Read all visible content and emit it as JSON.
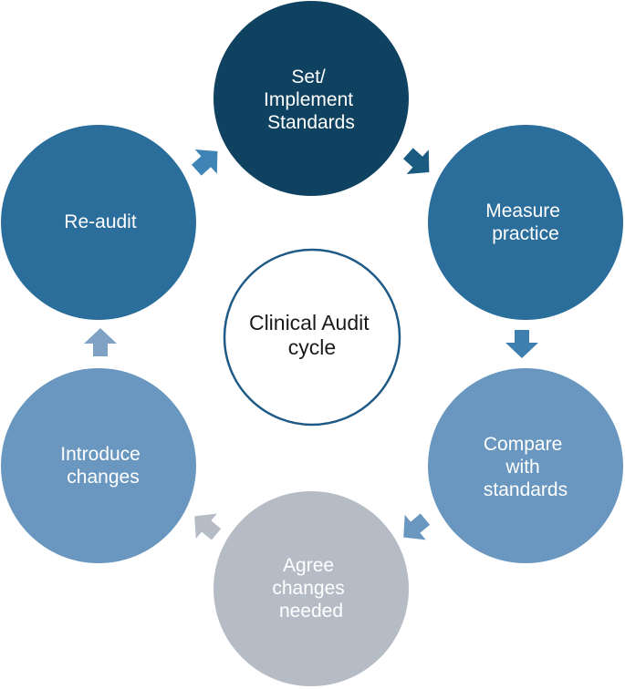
{
  "center": {
    "lines": [
      "Clinical Audit",
      "cycle"
    ]
  },
  "nodes": [
    {
      "id": "set-implement-standards",
      "lines": [
        "Set/",
        "Implement",
        "Standards"
      ],
      "color": "#0f4260"
    },
    {
      "id": "measure-practice",
      "lines": [
        "Measure",
        "practice"
      ],
      "color": "#2b6d9b"
    },
    {
      "id": "compare-with-standards",
      "lines": [
        "Compare",
        "with",
        "standards"
      ],
      "color": "#6a97bf"
    },
    {
      "id": "agree-changes-needed",
      "lines": [
        "Agree",
        "changes",
        "needed"
      ],
      "color": "#b5bcc6",
      "text_color": "#1a1a1a"
    },
    {
      "id": "introduce-changes",
      "lines": [
        "Introduce",
        "changes"
      ],
      "color": "#6a97bf"
    },
    {
      "id": "re-audit",
      "lines": [
        "Re-audit"
      ],
      "color": "#2b6d9b"
    }
  ],
  "arrow_colors": [
    "#1b5b80",
    "#3e7fb0",
    "#6a97bf",
    "#b5bcc6",
    "#7fa2c4",
    "#3e84b4"
  ],
  "center_border_color": "#1f5a86"
}
